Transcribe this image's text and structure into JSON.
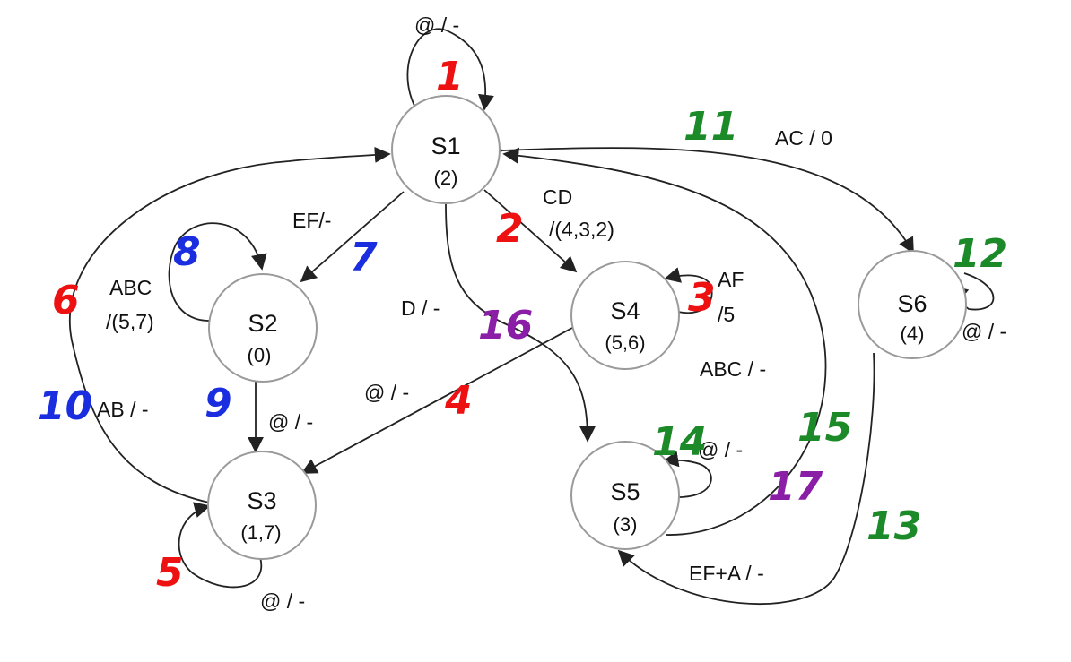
{
  "colors": {
    "node_stroke": "#9a9a9a",
    "edge": "#222222",
    "annotation_red": "#ee1111",
    "annotation_blue": "#1a2ee0",
    "annotation_green": "#1d8a2a",
    "annotation_purple": "#8a1ea6"
  },
  "states": [
    {
      "id": "S1",
      "name": "S1",
      "output": "(2)"
    },
    {
      "id": "S2",
      "name": "S2",
      "output": "(0)"
    },
    {
      "id": "S3",
      "name": "S3",
      "output": "(1,7)"
    },
    {
      "id": "S4",
      "name": "S4",
      "output": "(5,6)"
    },
    {
      "id": "S5",
      "name": "S5",
      "output": "(3)"
    },
    {
      "id": "S6",
      "name": "S6",
      "output": "(4)"
    }
  ],
  "transitions": [
    {
      "from": "S1",
      "to": "S1",
      "label": "@ / -"
    },
    {
      "from": "S1",
      "to": "S4",
      "label": [
        "CD",
        "/(4,3,2)"
      ]
    },
    {
      "from": "S4",
      "to": "S4",
      "label": [
        "AF",
        "/5"
      ]
    },
    {
      "from": "S4",
      "to": "S3",
      "label": "@ / -"
    },
    {
      "from": "S3",
      "to": "S3",
      "label": "@ / -"
    },
    {
      "from": "S1",
      "to": "S2",
      "label": "EF/-"
    },
    {
      "from": "S2",
      "to": "S2",
      "label": [
        "ABC",
        "/(5,7)"
      ]
    },
    {
      "from": "S2",
      "to": "S3",
      "label": "@ / -"
    },
    {
      "from": "S3",
      "to": "S1",
      "label": "AB / -"
    },
    {
      "from": "S1",
      "to": "S6",
      "label": "AC / 0"
    },
    {
      "from": "S6",
      "to": "S6",
      "label": "@ / -"
    },
    {
      "from": "S6",
      "to": "S5",
      "label": "EF+A / -"
    },
    {
      "from": "S5",
      "to": "S5",
      "label": "@ / -"
    },
    {
      "from": "S5",
      "to": "S1",
      "label": "ABC / -"
    },
    {
      "from": "S1",
      "to": "S5",
      "label": "D / -"
    }
  ],
  "annotations": [
    {
      "text": "1",
      "color": "red"
    },
    {
      "text": "2",
      "color": "red"
    },
    {
      "text": "3",
      "color": "red"
    },
    {
      "text": "4",
      "color": "red"
    },
    {
      "text": "5",
      "color": "red"
    },
    {
      "text": "6",
      "color": "red"
    },
    {
      "text": "7",
      "color": "blue"
    },
    {
      "text": "8",
      "color": "blue"
    },
    {
      "text": "9",
      "color": "blue"
    },
    {
      "text": "10",
      "color": "blue"
    },
    {
      "text": "11",
      "color": "green"
    },
    {
      "text": "12",
      "color": "green"
    },
    {
      "text": "13",
      "color": "green"
    },
    {
      "text": "14",
      "color": "green"
    },
    {
      "text": "15",
      "color": "green"
    },
    {
      "text": "16",
      "color": "purple"
    },
    {
      "text": "17",
      "color": "purple"
    }
  ]
}
